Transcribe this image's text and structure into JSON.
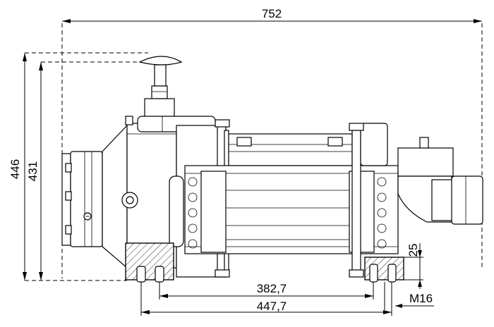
{
  "dimensions": {
    "overall_length": "752",
    "overall_height": "446",
    "height_to_handle": "431",
    "mount_spacing_inner": "382,7",
    "mount_spacing_outer": "447,7",
    "foot_thickness": "25",
    "bolt_size": "M16"
  }
}
